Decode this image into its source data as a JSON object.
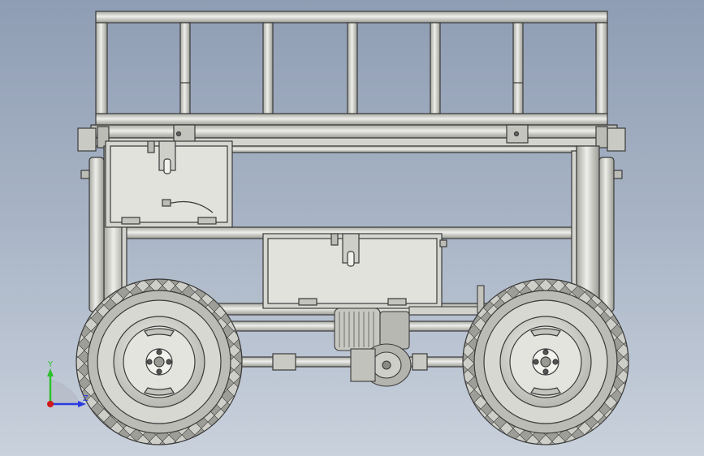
{
  "viewport": {
    "background_top": "#8f9db4",
    "background_bottom": "#c9d1dc"
  },
  "model": {
    "parts": [
      "top-guard-rail",
      "platform-frame",
      "upper-battery-box",
      "lower-battery-box",
      "vertical-struts",
      "drive-motor",
      "gearbox",
      "rear-axle",
      "left-wheel",
      "right-wheel",
      "suspension-struts"
    ],
    "line_color": "#3a3a3a",
    "part_color": "#d9d9d4",
    "tire_color": "#bdbdb7"
  },
  "triad": {
    "y_label": "Y",
    "z_label": "Z",
    "y_color": "#2ec02e",
    "x_color": "#2a3be0",
    "origin_color": "#d11a1a"
  }
}
